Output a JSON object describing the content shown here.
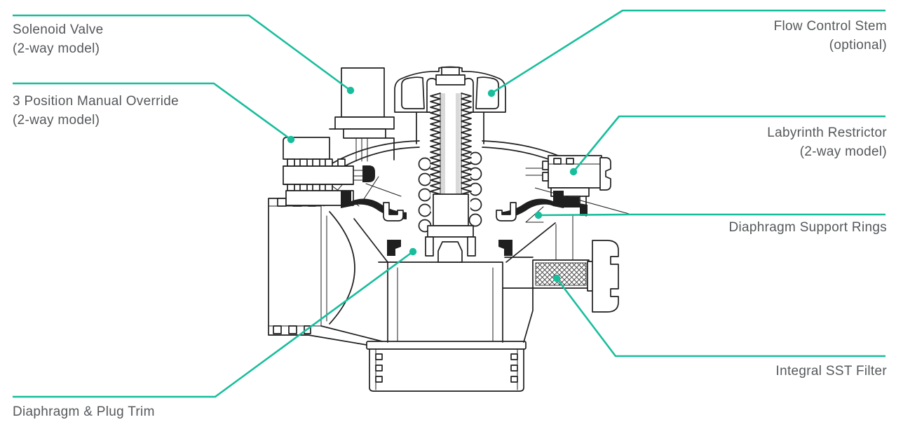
{
  "colors": {
    "accent": "#18bd9c",
    "ink": "#1f1f1f",
    "label": "#55585b"
  },
  "callouts": {
    "solenoid_valve": {
      "line1": "Solenoid Valve",
      "line2": "(2-way model)"
    },
    "manual_override": {
      "line1": "3 Position Manual Override",
      "line2": "(2-way model)"
    },
    "diaphragm_plug_trim": {
      "line1": "Diaphragm & Plug Trim",
      "line2": ""
    },
    "flow_control_stem": {
      "line1": "Flow Control Stem",
      "line2": "(optional)"
    },
    "labyrinth_restrictor": {
      "line1": "Labyrinth Restrictor",
      "line2": "(2-way model)"
    },
    "diaphragm_support_rings": {
      "line1": "Diaphragm Support Rings",
      "line2": ""
    },
    "integral_sst_filter": {
      "line1": "Integral SST Filter",
      "line2": ""
    }
  }
}
